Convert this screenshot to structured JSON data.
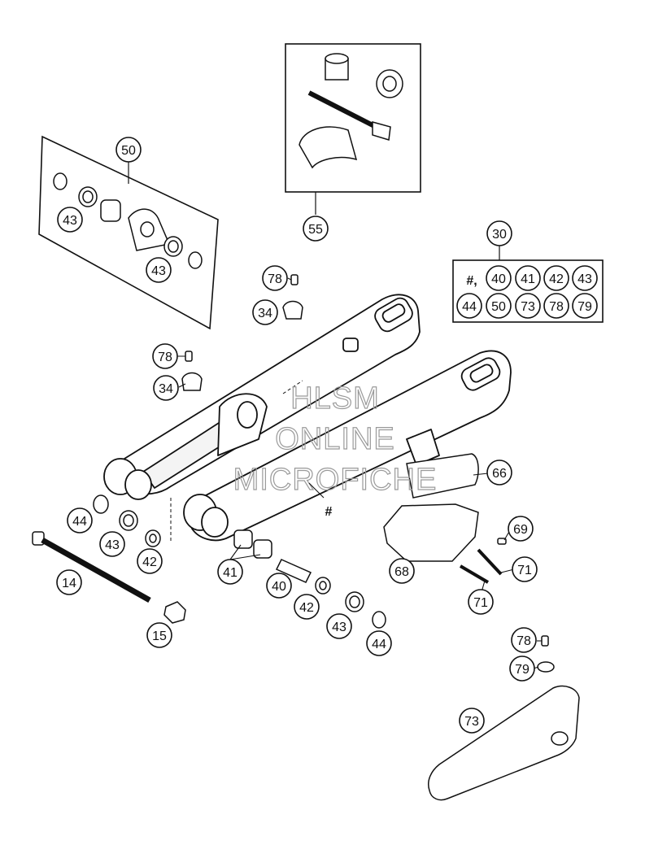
{
  "watermark": {
    "line1": "HLSM",
    "line2": "ONLINE",
    "line3": "MICROFICHE"
  },
  "boxes": {
    "kit_50": {
      "callout": "50",
      "items": [
        "43",
        "43"
      ]
    },
    "kit_55": {
      "callout": "55"
    },
    "kit_30": {
      "callout": "30",
      "hash": "#,",
      "row1": [
        "40",
        "41",
        "42",
        "43"
      ],
      "row2": [
        "44",
        "50",
        "73",
        "78",
        "79"
      ]
    }
  },
  "callouts": {
    "c78a": "78",
    "c34a": "34",
    "c78b": "78",
    "c34b": "34",
    "c44a": "44",
    "c43a": "43",
    "c42a": "42",
    "c14": "14",
    "c15": "15",
    "c41": "41",
    "c40": "40",
    "c42b": "42",
    "c43b": "43",
    "c44b": "44",
    "c66": "66",
    "c69": "69",
    "c68": "68",
    "c71a": "71",
    "c71b": "71",
    "c78c": "78",
    "c79": "79",
    "c73": "73",
    "hash_label": "#"
  }
}
